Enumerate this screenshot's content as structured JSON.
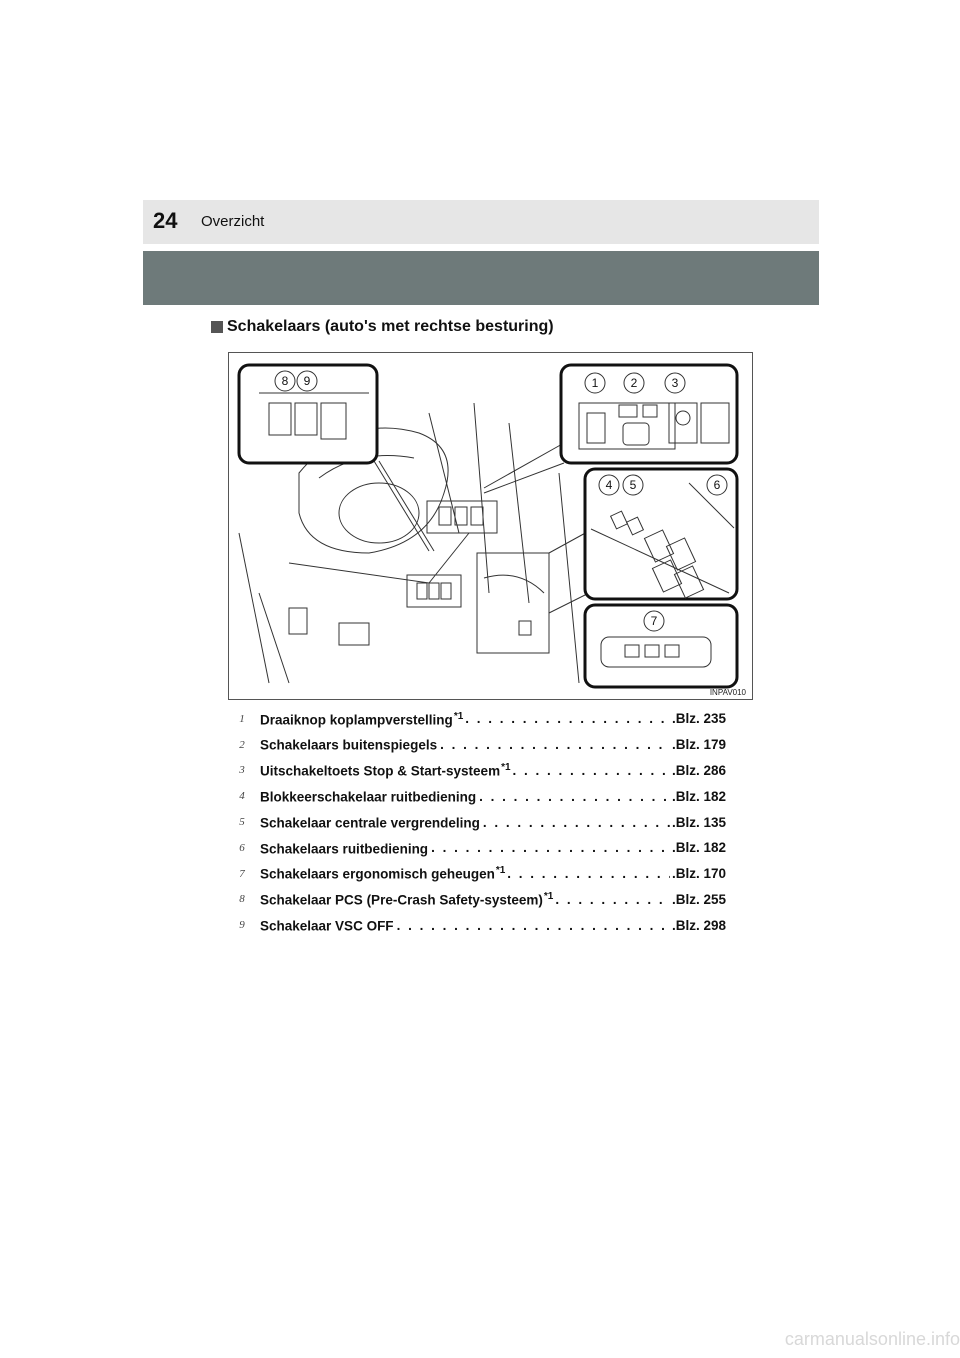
{
  "header": {
    "page_number": "24",
    "section": "Overzicht"
  },
  "heading": "Schakelaars (auto's met rechtse besturing)",
  "figure": {
    "code": "INPAV010",
    "callouts": [
      "8",
      "9",
      "1",
      "2",
      "3",
      "4",
      "5",
      "6",
      "7"
    ]
  },
  "items": [
    {
      "num": "1",
      "label": "Draaiknop koplampverstelling",
      "sup": "*1",
      "dots": " . . . . . . . . . . . . . . . . . . . . . . . . . . . .",
      "ref": ".Blz. 235"
    },
    {
      "num": "2",
      "label": "Schakelaars buitenspiegels",
      "sup": "",
      "dots": " . . . . . . . . . . . . . . . . . . . . . . . . . . . . . .",
      "ref": ".Blz. 179"
    },
    {
      "num": "3",
      "label": "Uitschakeltoets Stop & Start-systeem",
      "sup": "*1",
      "dots": " . . . . . . . . . . . . . . . . . . . .",
      "ref": ".Blz. 286"
    },
    {
      "num": "4",
      "label": "Blokkeerschakelaar ruitbediening",
      "sup": "",
      "dots": " . . . . . . . . . . . . . . . . . . . . . . . .",
      "ref": ".Blz. 182"
    },
    {
      "num": "5",
      "label": "Schakelaar centrale vergrendeling",
      "sup": "",
      "dots": " . . . . . . . . . . . . . . . . . . . . . . . .",
      "ref": ".Blz. 135"
    },
    {
      "num": "6",
      "label": "Schakelaars ruitbediening",
      "sup": "",
      "dots": " . . . . . . . . . . . . . . . . . . . . . . . . . . . . . . .",
      "ref": ".Blz. 182"
    },
    {
      "num": "7",
      "label": "Schakelaars ergonomisch geheugen",
      "sup": "*1",
      "dots": " . . . . . . . . . . . . . . . . . . . .",
      "ref": ".Blz. 170"
    },
    {
      "num": "8",
      "label": "Schakelaar PCS (Pre-Crash Safety-systeem)",
      "sup": "*1",
      "dots": " . . . . . . . . . . . .",
      "ref": ".Blz. 255"
    },
    {
      "num": "9",
      "label": "Schakelaar VSC OFF",
      "sup": "",
      "dots": " . . . . . . . . . . . . . . . . . . . . . . . . . . . . . . . . . . . . . .",
      "ref": ".Blz. 298"
    }
  ],
  "footer": "carmanualsonline.info"
}
